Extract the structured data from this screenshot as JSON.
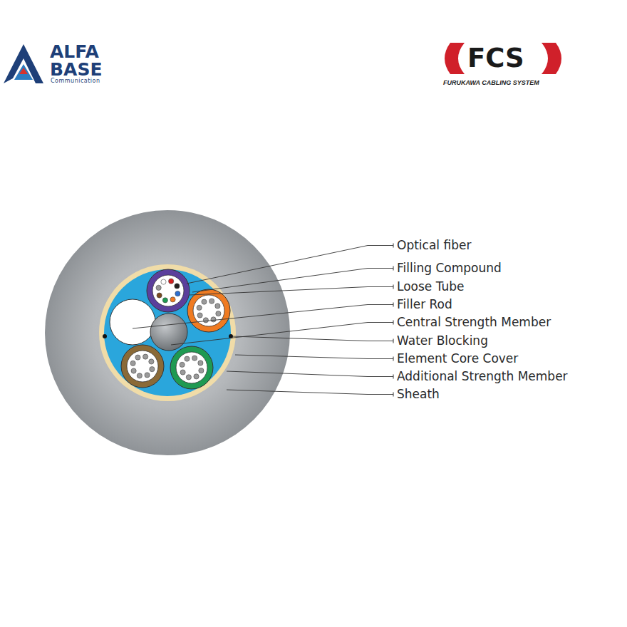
{
  "diagram": {
    "labels": [
      "ALFA",
      "BASE",
      "Communication",
      "FCS",
      "FURUKAWA CABLING SYSTEM",
      "Optical fiber",
      "Filling Compound",
      "Loose Tube",
      "Filler Rod",
      "Central Strength Member",
      "Water Blocking",
      "Element Core Cover",
      "Additional Strength Member",
      "Sheath"
    ]
  }
}
